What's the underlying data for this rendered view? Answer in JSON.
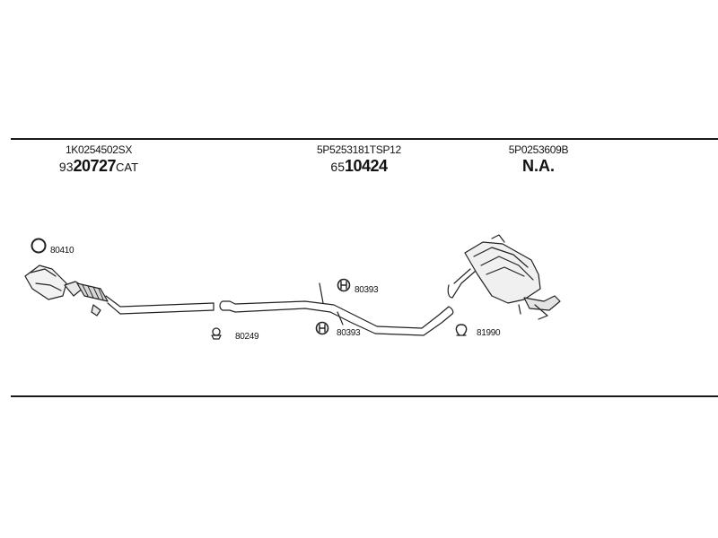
{
  "parts": [
    {
      "part_number": "1K0254502SX",
      "code_prefix": "93",
      "code_main": "20727",
      "code_suffix": "CAT"
    },
    {
      "part_number": "5P5253181TSP12",
      "code_prefix": "65",
      "code_main": "10424",
      "code_suffix": ""
    },
    {
      "part_number": "5P0253609B",
      "code_text": "N.A."
    }
  ],
  "accessories": [
    {
      "id": "80410"
    },
    {
      "id": "80393"
    },
    {
      "id": "80249"
    },
    {
      "id": "80393"
    },
    {
      "id": "81990"
    }
  ]
}
